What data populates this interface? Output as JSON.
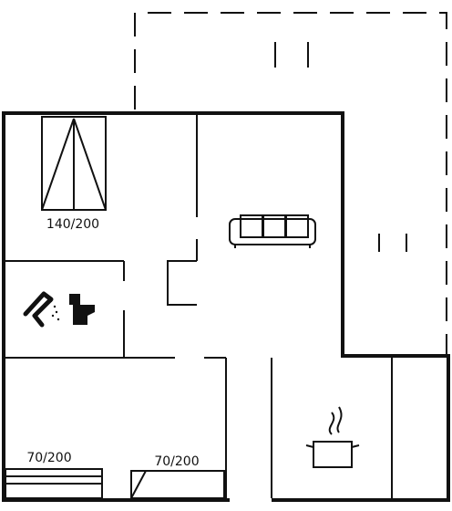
{
  "floor_plan": {
    "bed_main_label": "140/200",
    "bed_left_label": "70/200",
    "bed_right_label": "70/200"
  },
  "icons": {
    "shower": "shower-icon",
    "toilet": "toilet-icon",
    "sofa": "sofa-icon",
    "stove": "cooking-pot-icon"
  },
  "colors": {
    "line": "#111111",
    "background": "#ffffff"
  }
}
